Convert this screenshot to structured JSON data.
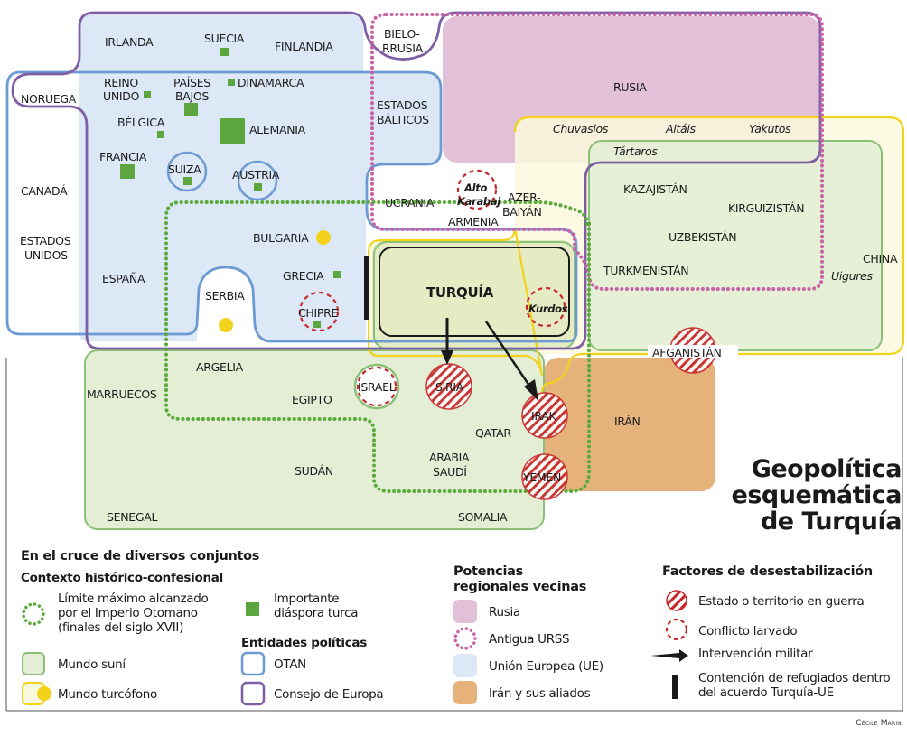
{
  "title": [
    "Geopolítica",
    "esquemática",
    "de Turquía"
  ],
  "credit": "Cécile Marin",
  "colors": {
    "eu_fill": "#dce8f5",
    "nato": "#6b9bd2",
    "council_europe": "#7f5fa3",
    "russia_fill": "#e2c0d8",
    "ussr": "#c763a6",
    "turkic_fill": "#fbf9dd",
    "turkic": "#f2d21a",
    "sunni_fill": "#e3eed5",
    "sunni": "#8cc07a",
    "turkey_fill": "#e5ecc4",
    "iran_fill": "#e6b27c",
    "ottoman": "#5aaa3c",
    "diaspora": "#5ca53f",
    "war": "#c8282a",
    "text": "#1a1a1a"
  },
  "countries": {
    "irlanda": "IRLANDA",
    "suecia": "SUECIA",
    "finlandia": "FINLANDIA",
    "reino_unido": [
      "REINO",
      "UNIDO"
    ],
    "paises_bajos": [
      "PAÍSES",
      "BAJOS"
    ],
    "dinamarca": "DINAMARCA",
    "noruega": "NORUEGA",
    "belgica": "BÉLGICA",
    "alemania": "ALEMANIA",
    "francia": "FRANCIA",
    "suiza": "SUIZA",
    "austria": "AUSTRIA",
    "canada": "CANADÁ",
    "estados_unidos": [
      "ESTADOS",
      "UNIDOS"
    ],
    "espana": "ESPAÑA",
    "bulgaria": "BULGARIA",
    "grecia": "GRECIA",
    "serbia": "SERBIA",
    "chipre": "CHIPRE",
    "bielorrusia": [
      "BIELO-",
      "RRUSIA"
    ],
    "estados_balticos": [
      "ESTADOS",
      "BÁLTICOS"
    ],
    "rusia": "RUSIA",
    "ucrania": "UCRANIA",
    "armenia": "ARMENIA",
    "azerbaiyan": [
      "AZER-",
      "BAIYÁN"
    ],
    "kazajistan": "KAZAJISTÁN",
    "kirguizistan": "KIRGUIZISTÁN",
    "uzbekistan": "UZBEKISTÁN",
    "turkmenistan": "TURKMENISTÁN",
    "china": "CHINA",
    "turquia": "TURQUÍA",
    "afganistan": "AFGANISTÁN",
    "argelia": "ARGELIA",
    "marruecos": "MARRUECOS",
    "egipto": "EGIPTO",
    "israel": "ISRAEL",
    "siria": "SIRIA",
    "irak": "IRAK",
    "qatar": "QATAR",
    "arabia_saudi": [
      "ARABIA",
      "SAUDÍ"
    ],
    "sudan": "SUDÁN",
    "yemen": "YEMEN",
    "iran": "IRÁN",
    "senegal": "SENEGAL",
    "somalia": "SOMALIA"
  },
  "peoples": {
    "chuvasios": "Chuvasios",
    "altais": "Altáis",
    "yakutos": "Yakutos",
    "tartaros": "Tártaros",
    "uigures": "Uigures",
    "kurdos": "Kurdos",
    "alto_karabaj": [
      "Alto",
      "Karabaj"
    ]
  },
  "legend": {
    "heading": "En el cruce de diversos conjuntos",
    "historical": {
      "title": "Contexto histórico-confesional",
      "ottoman": [
        "Límite máximo alcanzado",
        "por el Imperio Otomano",
        "(finales del siglo XVII)"
      ],
      "sunni": "Mundo suní",
      "turkic": "Mundo turcófono",
      "diaspora": [
        "Importante",
        "diáspora turca"
      ]
    },
    "political": {
      "title": "Entidades políticas",
      "nato": "OTAN",
      "council": "Consejo de Europa"
    },
    "powers": {
      "title": [
        "Potencias",
        "regionales vecinas"
      ],
      "russia": "Rusia",
      "ussr": "Antigua URSS",
      "eu": "Unión Europea (UE)",
      "iran": "Irán y sus aliados"
    },
    "destabilization": {
      "title": "Factores de desestabilización",
      "war": "Estado o territorio en guerra",
      "latent": "Conflicto larvado",
      "military": "Intervención militar",
      "refugees": [
        "Contención de refugiados dentro",
        "del acuerdo Turquía-UE"
      ]
    }
  }
}
